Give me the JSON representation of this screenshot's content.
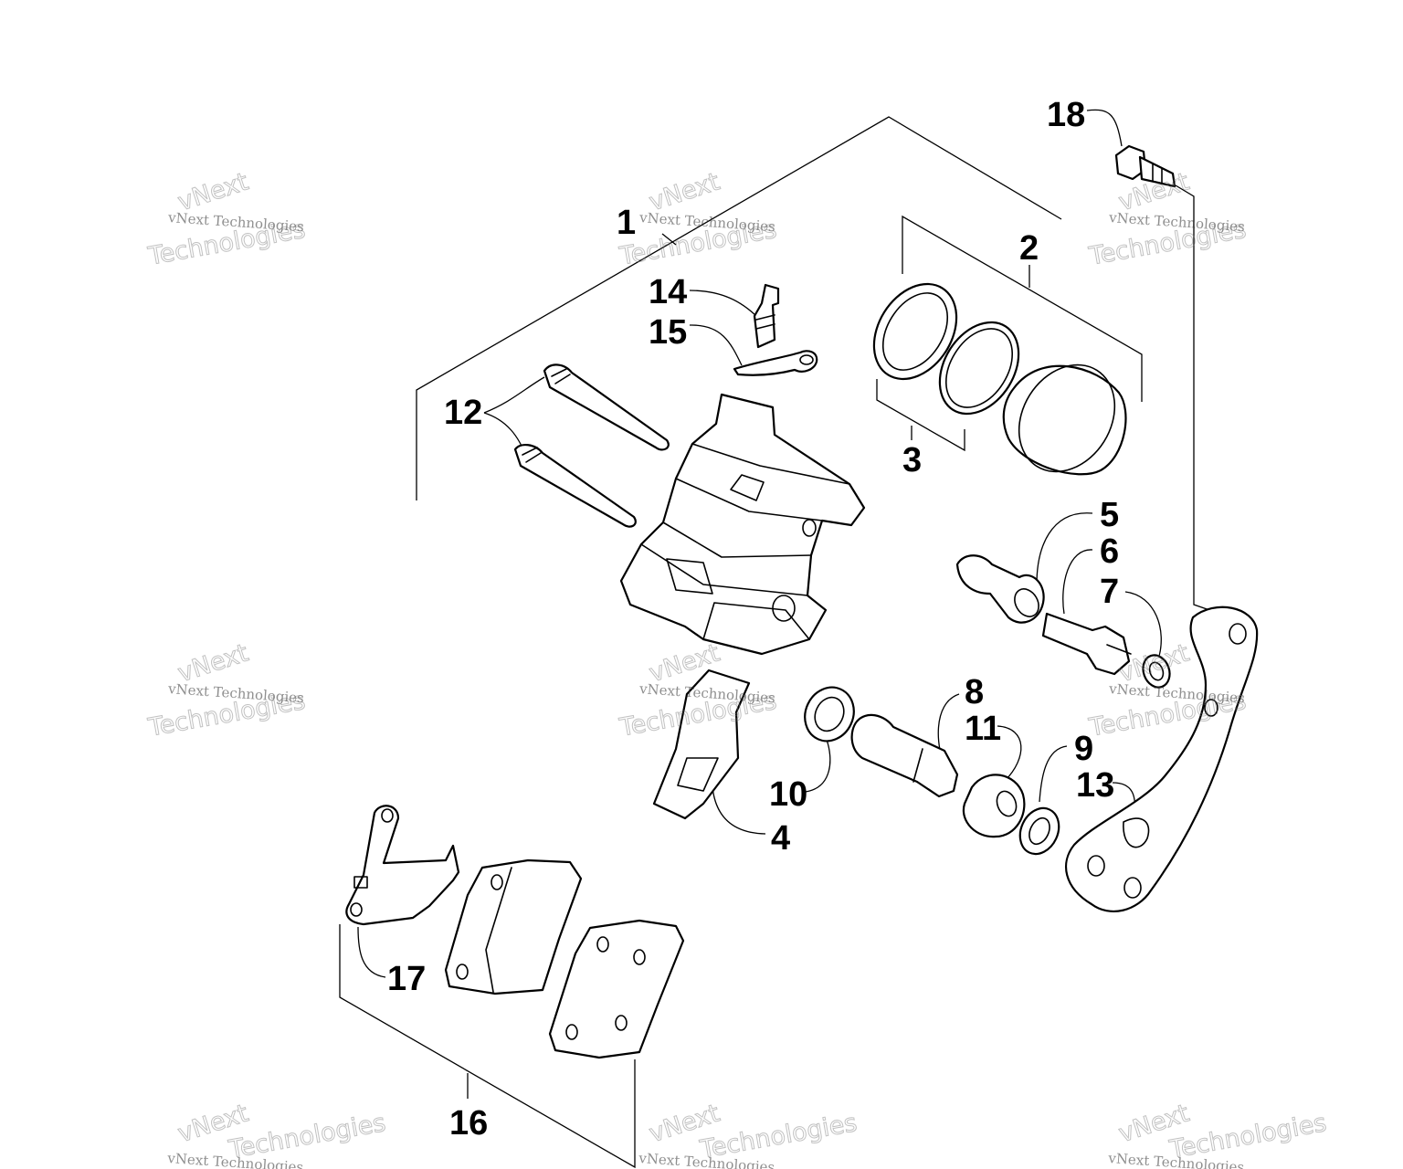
{
  "diagram": {
    "callouts": [
      {
        "id": "c1",
        "label": "1"
      },
      {
        "id": "c2",
        "label": "2"
      },
      {
        "id": "c3",
        "label": "3"
      },
      {
        "id": "c4",
        "label": "4"
      },
      {
        "id": "c5",
        "label": "5"
      },
      {
        "id": "c6",
        "label": "6"
      },
      {
        "id": "c7",
        "label": "7"
      },
      {
        "id": "c8",
        "label": "8"
      },
      {
        "id": "c9",
        "label": "9"
      },
      {
        "id": "c10",
        "label": "10"
      },
      {
        "id": "c11",
        "label": "11"
      },
      {
        "id": "c12",
        "label": "12"
      },
      {
        "id": "c13",
        "label": "13"
      },
      {
        "id": "c14",
        "label": "14"
      },
      {
        "id": "c15",
        "label": "15"
      },
      {
        "id": "c16",
        "label": "16"
      },
      {
        "id": "c17",
        "label": "17"
      },
      {
        "id": "c18",
        "label": "18"
      }
    ]
  },
  "watermark": {
    "line1": "vNext",
    "line2": "vNext Technologies",
    "line3": "Technologies"
  }
}
